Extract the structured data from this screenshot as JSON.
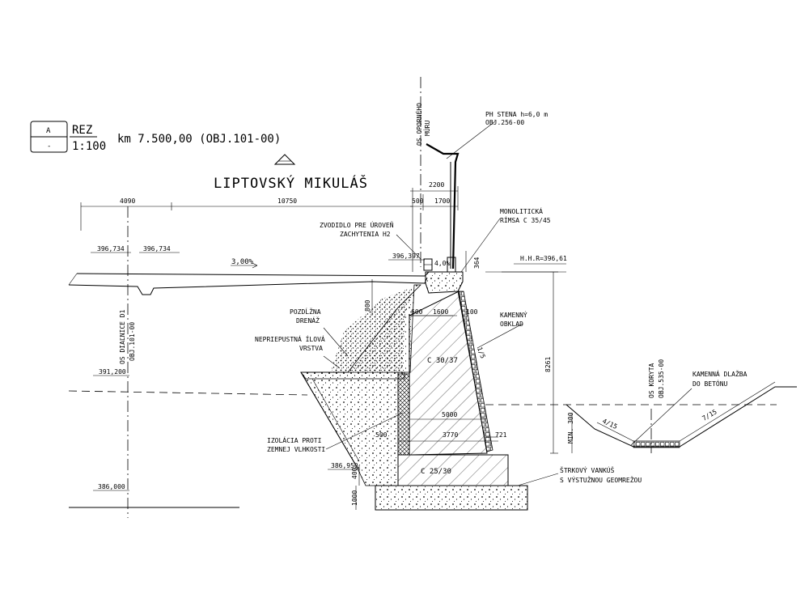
{
  "section_mark": {
    "letter": "A",
    "sub": "-",
    "label": "REZ",
    "scale": "1:100"
  },
  "chainage": "km 7.500,00 (OBJ.101-00)",
  "direction": "LIPTOVSKÝ MIKULÁŠ",
  "labels": {
    "wall_axis": [
      "OS OPORNÉHO",
      "MÚRU"
    ],
    "noise_wall": [
      "PH STENA h=6,0 m",
      "OBJ.256-00"
    ],
    "barrier": [
      "ZVODIDLO PRE ÚROVEŇ",
      "ZACHYTENIA H2"
    ],
    "cornice": [
      "MONOLITICKÁ",
      "RÍMSA C 35/45"
    ],
    "hhr": "H.H.R=396,61",
    "drain": [
      "POZDĹŽNA",
      "DRENÁŽ"
    ],
    "clay": [
      "NEPRIEPUSTNÁ ÍLOVÁ",
      "VRSTVA"
    ],
    "stone_face": [
      "KAMENNÝ",
      "OBKLAD"
    ],
    "concrete_wall": "C 30/37",
    "concrete_base": "C 25/30",
    "insulation": [
      "IZOLÁCIA PROTI",
      "ZEMNEJ VLHKOSTI"
    ],
    "gravel": [
      "ŠTRKOVÝ VANKÚŠ",
      "S VÝSTUŽNOU GEOMREŽOU"
    ],
    "highway_axis": [
      "OS DIAĽNICE D1",
      "OBJ.101-00"
    ],
    "channel_axis": [
      "OS KORYTA",
      "OBJ.535-00"
    ],
    "paving": [
      "KAMENNÁ DLAŽBA",
      "DO BETÓNU"
    ]
  },
  "dimensions": {
    "d4090": "4090",
    "d10750": "10750",
    "d2200": "2200",
    "d500a": "500",
    "d1700": "1700",
    "d364": "364",
    "d600": "600",
    "d1600": "1600",
    "d100": "100",
    "d800": "800",
    "d8261": "8261",
    "d5000": "5000",
    "d3770": "3770",
    "d721": "721",
    "d500b": "500",
    "d400": "400",
    "d1000": "1000",
    "dmin300": "MIN. 300",
    "slope_wall": "1/5",
    "slope_a": "4/15",
    "slope_b": "7/15",
    "grade_main": "3,00%",
    "grade_shoulder": "4,0%"
  },
  "elevations": {
    "e1": "396,734",
    "e2": "396,734",
    "e3": "396,397",
    "e4": "391,200",
    "e5": "386,950",
    "e6": "386,000"
  }
}
